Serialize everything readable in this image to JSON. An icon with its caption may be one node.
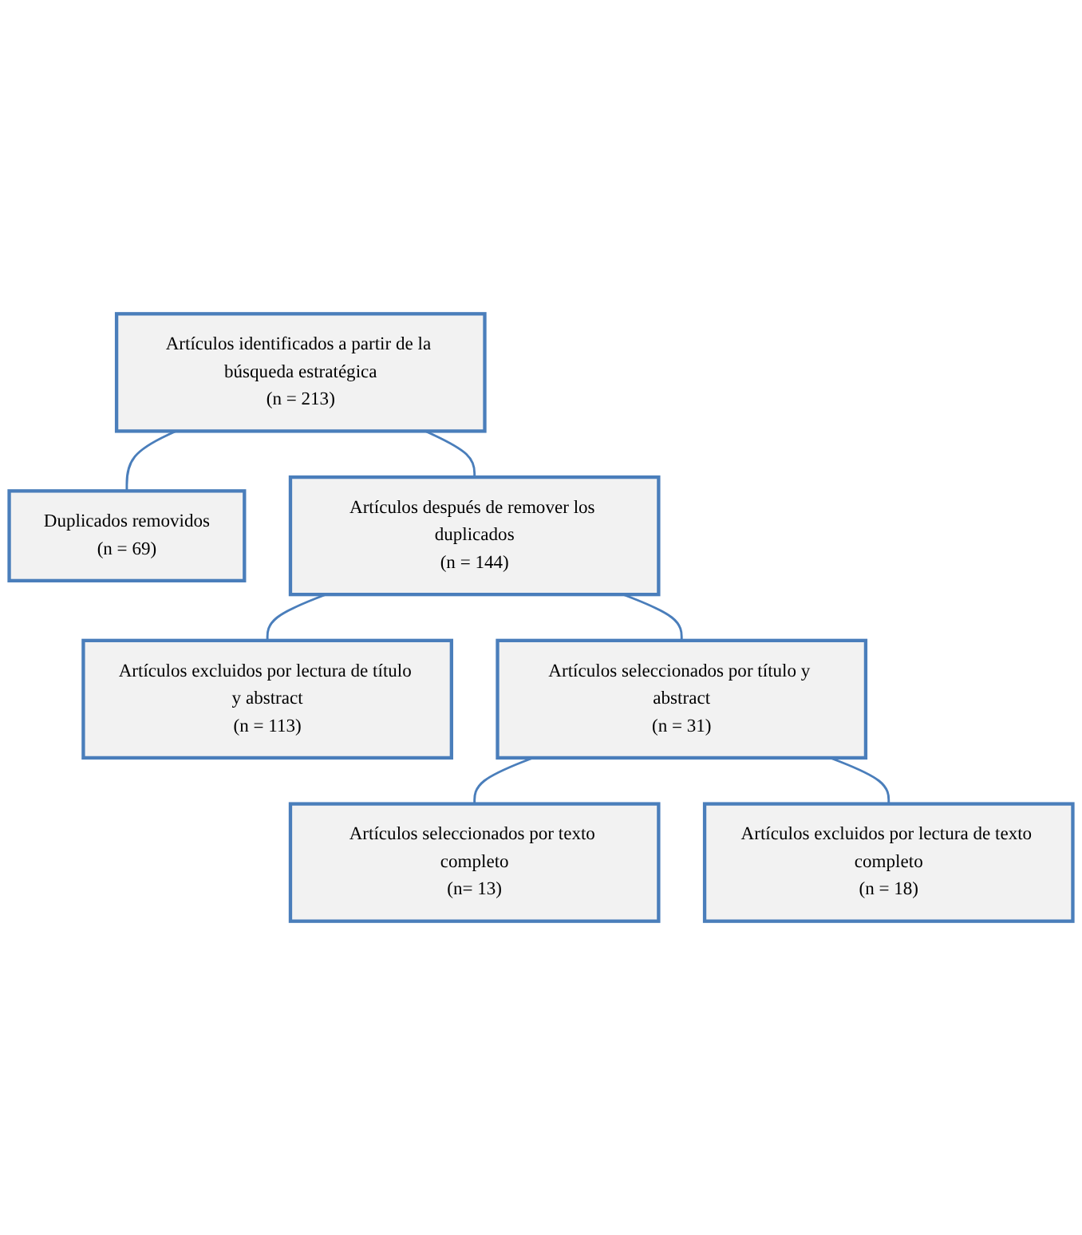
{
  "diagram": {
    "nodes": [
      {
        "text": [
          "Artículos identificados a partir de la búsqueda estratégica",
          "(n = 213)"
        ]
      },
      {
        "text": [
          "Duplicados removidos",
          "(n = 69)"
        ]
      },
      {
        "text": [
          "Artículos después de remover los duplicados",
          "(n = 144)"
        ]
      },
      {
        "text": [
          "Artículos excluidos por lectura de título y abstract",
          "(n = 113)"
        ]
      },
      {
        "text": [
          "Artículos seleccionados por título y abstract",
          "(n = 31)"
        ]
      },
      {
        "text": [
          "Artículos excluidos por lectura de texto completo",
          "(n = 18)"
        ]
      },
      {
        "text": [
          "Artículos seleccionados por texto completo",
          "(n= 13)"
        ]
      }
    ],
    "edges": [
      {
        "from": 0,
        "to": 2,
        "arrow": "none"
      },
      {
        "from": 0,
        "to": 1,
        "arrow": "none"
      },
      {
        "from": 2,
        "to": 4,
        "arrow": "none"
      },
      {
        "from": 2,
        "to": 3,
        "arrow": "none"
      },
      {
        "from": 4,
        "to": 6,
        "arrow": "none"
      },
      {
        "from": 4,
        "to": 5,
        "arrow": "none"
      }
    ]
  }
}
